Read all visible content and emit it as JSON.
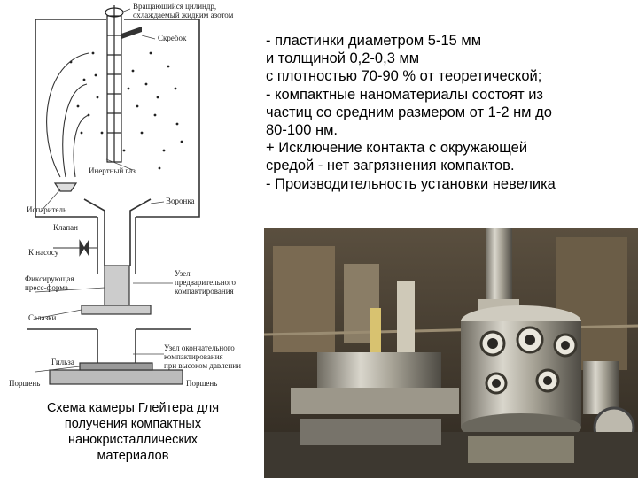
{
  "diagram": {
    "labels": {
      "cylinder_line1": "Вращающийся цилиндр,",
      "cylinder_line2": "охлаждаемый жидким азотом",
      "scraper": "Скребок",
      "inert_gas": "Инертный газ",
      "funnel": "Воронка",
      "evaporator": "Испаритель",
      "valve": "Клапан",
      "to_pump": "К насосу",
      "fixing_mold_line1": "Фиксирующая",
      "fixing_mold_line2": "пресс-форма",
      "slide": "Салазки",
      "pre_compaction_line1": "Узел",
      "pre_compaction_line2": "предварительного",
      "pre_compaction_line3": "компактирования",
      "final_compaction_line1": "Узел окончательного",
      "final_compaction_line2": "компактирования",
      "final_compaction_line3": "при высоком давлении",
      "sleeve": "Гильза",
      "piston_left": "Поршень",
      "piston_right": "Поршень"
    },
    "caption_lines": [
      "Схема камеры Глейтера для",
      "получения компактных",
      "нанокристаллических",
      "материалов"
    ]
  },
  "text_block": {
    "lines": [
      "- пластинки диаметром 5-15 мм",
      "и толщиной 0,2-0,3 мм",
      "с плотностью 70-90 % от теоретической;",
      "- компактные наноматериалы состоят из",
      "частиц со средним размером от 1-2 нм до",
      "80-100 нм.",
      "+ Исключение контакта с окружающей",
      "средой - нет загрязнения компактов.",
      "- Производительность установки невелика"
    ]
  }
}
